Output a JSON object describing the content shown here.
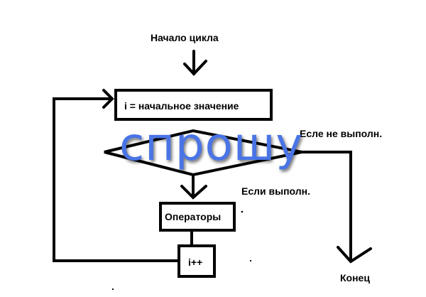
{
  "title": "Начало цикла",
  "init_box": "i = начальное значение",
  "condition": {
    "no_label": "Есле не выполн.",
    "yes_label": "Если выполн."
  },
  "operators_box": "Операторы",
  "increment_box": "i++",
  "end_label": "Конец",
  "watermark": "спрошу",
  "colors": {
    "stroke": "#000000",
    "watermark": "#4a74e6"
  }
}
